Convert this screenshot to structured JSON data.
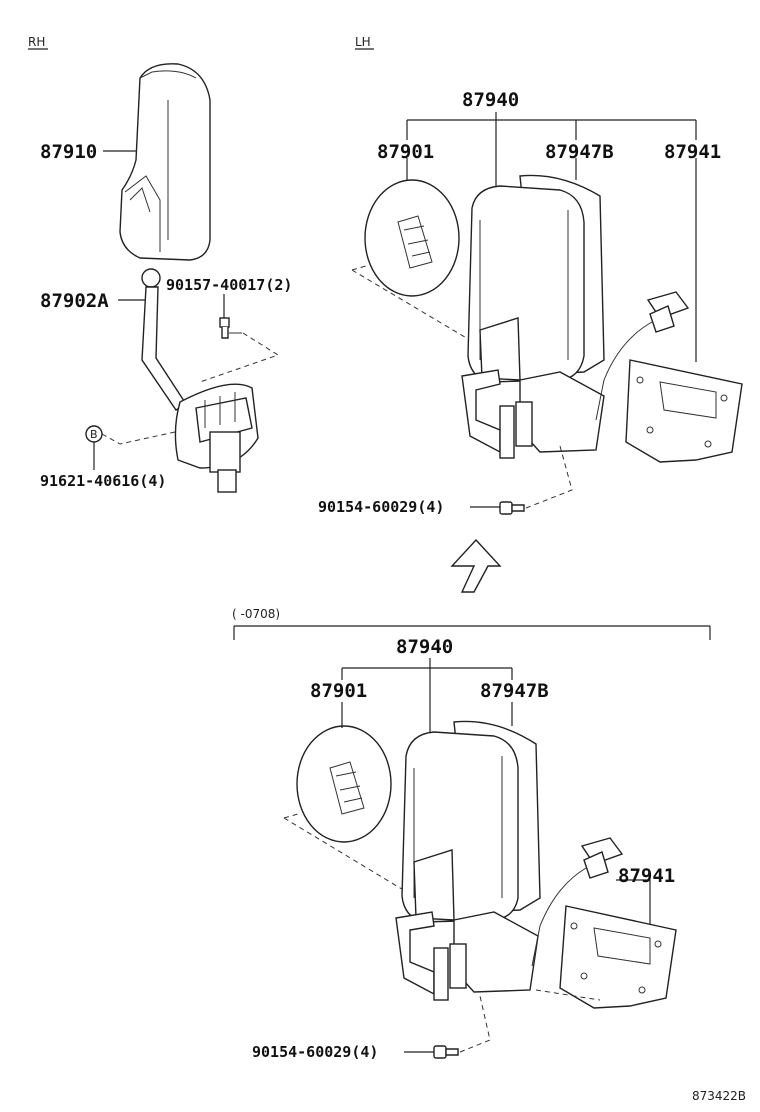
{
  "headers": {
    "rh": "RH",
    "lh": "LH"
  },
  "range_note": "(      -0708)",
  "drawing_number": "873422B",
  "labels": {
    "p87910": "87910",
    "p87902A": "87902A",
    "p90157": "90157-40017(2)",
    "p91621": "91621-40616(4)",
    "top_87940": "87940",
    "top_87901": "87901",
    "top_87947B": "87947B",
    "top_87941": "87941",
    "top_90154": "90154-60029(4)",
    "bot_87940": "87940",
    "bot_87901": "87901",
    "bot_87947B": "87947B",
    "bot_87941": "87941",
    "bot_90154": "90154-60029(4)",
    "washer_mark": "B"
  }
}
